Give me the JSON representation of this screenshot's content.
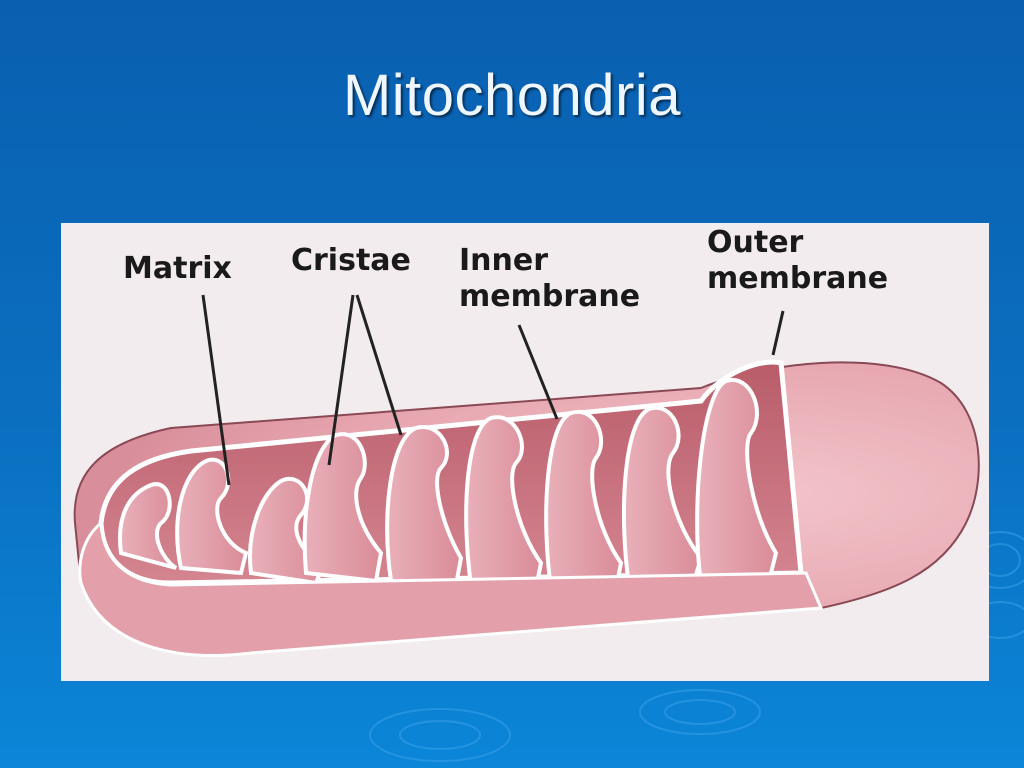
{
  "slide": {
    "title": "Mitochondria"
  },
  "diagram": {
    "labels": {
      "matrix": "Matrix",
      "cristae": "Cristae",
      "inner_line1": "Inner",
      "inner_line2": "membrane",
      "outer_line1": "Outer",
      "outer_line2": "membrane"
    },
    "colors": {
      "slide_background": "#0b6fc0",
      "outer_membrane": "#e8a9b2",
      "inner_space": "#c9707c",
      "cristae_fill": "#e7aab4",
      "leader_line": "#222222"
    }
  }
}
